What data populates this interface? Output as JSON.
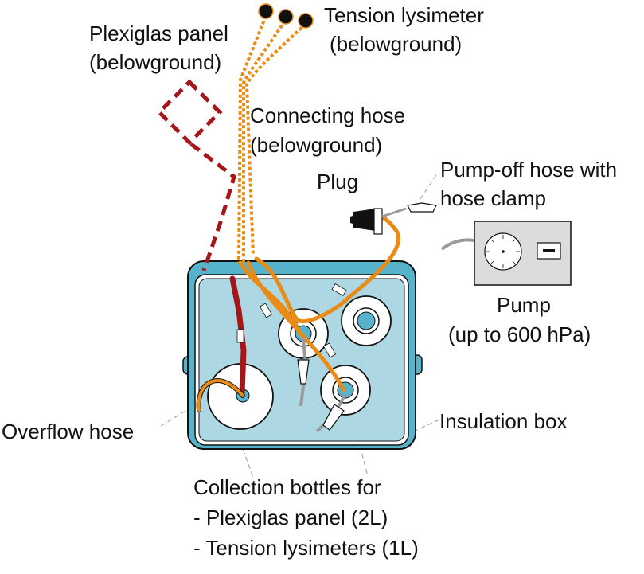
{
  "labels": {
    "plexiglas_panel": [
      "Plexiglas panel",
      "(belowground)"
    ],
    "tension_lysimeter": [
      "Tension lysimeter",
      "(belowground)"
    ],
    "connecting_hose": [
      "Connecting hose",
      "(belowground)"
    ],
    "plug": "Plug",
    "pump_off_hose": [
      "Pump-off hose with",
      "hose clamp"
    ],
    "pump": [
      "Pump",
      "(up to 600 hPa)"
    ],
    "overflow_hose": "Overflow hose",
    "insulation_box": "Insulation box",
    "collection_bottles": [
      "Collection bottles for",
      "- Plexiglas panel (2L)",
      "- Tension lysimeters (1L)"
    ]
  },
  "colors": {
    "box_fill": "#add8e3",
    "box_rim": "#56b3c9",
    "hose_orange": "#e98c17",
    "hose_red": "#a3171b",
    "hose_grey": "#9a9a9a",
    "pump_body": "#dcdcdc",
    "outline": "#111111"
  }
}
